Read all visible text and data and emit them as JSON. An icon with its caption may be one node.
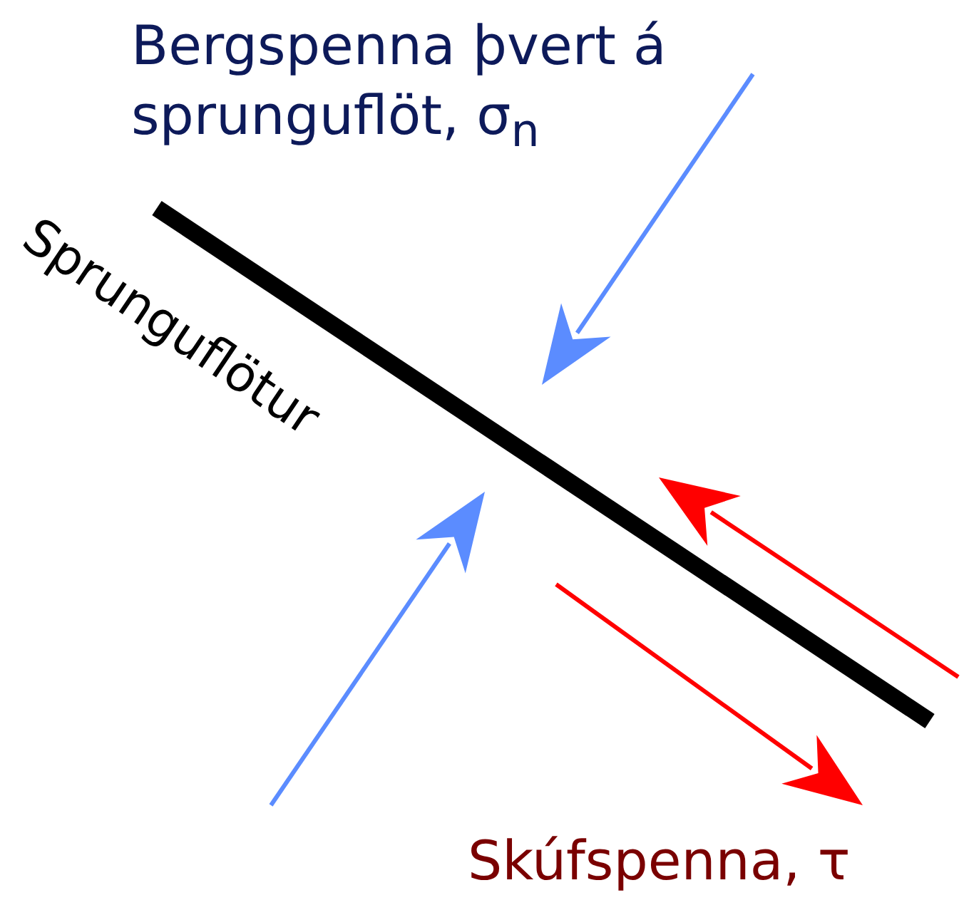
{
  "diagram": {
    "labels": [
      "Bergspenna þvert á sprunguflöt, σ$_{n}$",
      "Sprunguflötur",
      "Skúfspenna, τ"
    ]
  }
}
